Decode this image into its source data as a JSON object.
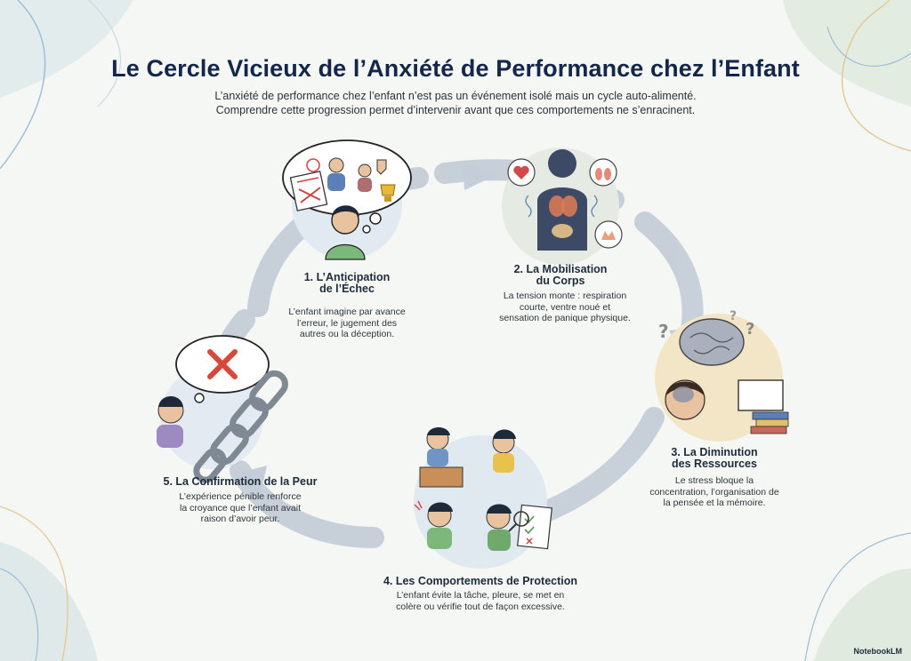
{
  "title": "Le Cercle Vicieux de l’Anxiété de Performance chez l’Enfant",
  "subtitle": {
    "line1": "L’anxiété de performance chez l’enfant n’est pas un événement isolé mais un cycle auto-alimenté.",
    "line2": "Comprendre cette progression permet d’intervenir avant que ces comportements ne s’enracinent."
  },
  "steps": [
    {
      "title_line1": "1. L’Anticipation",
      "title_line2": "de l’Échec",
      "desc_line1": "L’enfant imagine par avance",
      "desc_line2": "l’erreur, le jugement des",
      "desc_line3": "autres ou la déception."
    },
    {
      "title_line1": "2. La Mobilisation",
      "title_line2": "du Corps",
      "desc_line1": "La tension monte : respiration",
      "desc_line2": "courte, ventre noué et",
      "desc_line3": "sensation de panique physique."
    },
    {
      "title_line1": "3. La Diminution",
      "title_line2": "des Ressources",
      "desc_line1": "Le stress bloque la",
      "desc_line2": "concentration, l’organisation de",
      "desc_line3": "la pensée et la mémoire."
    },
    {
      "title_line1": "4. Les Comportements de Protection",
      "desc_line1": "L’enfant évite la tâche, pleure, se met en",
      "desc_line2": "colère ou vérifie tout de façon excessive."
    },
    {
      "title_line1": "5. La Confirmation de la Peur",
      "desc_line1": "L’expérience pénible renforce",
      "desc_line2": "la croyance que l’enfant avait",
      "desc_line3": "raison d’avoir peur."
    }
  ],
  "brand": "NotebookLM",
  "colors": {
    "title": "#14264a",
    "cycle_arrow": "#c3ccd8",
    "error_cross": "#d6493a",
    "chain": "#8a949e"
  }
}
